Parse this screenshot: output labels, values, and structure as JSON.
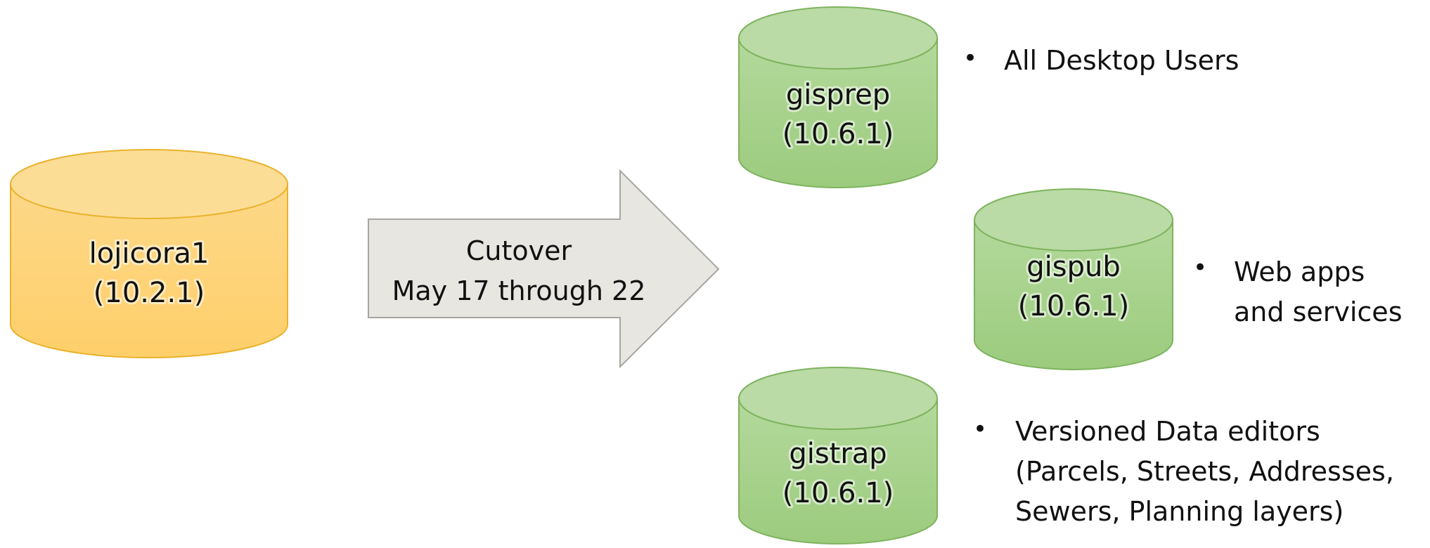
{
  "colors": {
    "source_fill": "#FDD36E",
    "source_top": "#FCE0A0",
    "source_stroke": "#E8B023",
    "target_fill": "#A2CF86",
    "target_top": "#B9DBA3",
    "target_stroke": "#7EB35E",
    "arrow_fill": "#E8E6E1",
    "arrow_stroke": "#A8A6A2"
  },
  "source_db": {
    "name": "lojicora1",
    "version": "(10.2.1)"
  },
  "cutover_arrow": {
    "line1": "Cutover",
    "line2": "May 17 through 22"
  },
  "target_dbs": [
    {
      "name": "gisprep",
      "version": "(10.6.1)",
      "bullet_lines": [
        "All Desktop Users"
      ]
    },
    {
      "name": "gispub",
      "version": "(10.6.1)",
      "bullet_lines": [
        "Web apps",
        "and services"
      ]
    },
    {
      "name": "gistrap",
      "version": "(10.6.1)",
      "bullet_lines": [
        "Versioned Data editors",
        "(Parcels, Streets, Addresses,",
        "Sewers, Planning layers)"
      ]
    }
  ],
  "bullet_icon": "bullet-dot"
}
